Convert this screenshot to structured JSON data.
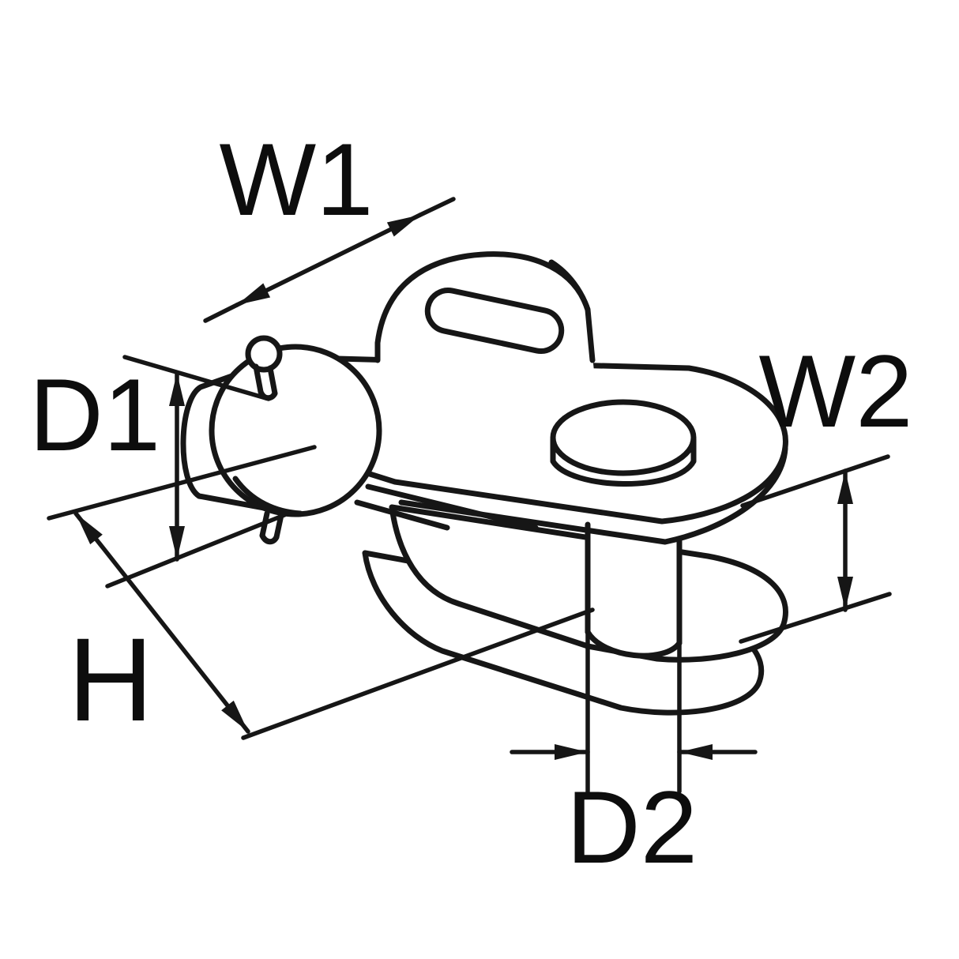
{
  "figure": {
    "description": "technical-line-drawing-of-toggle-fork-fitting",
    "labels": {
      "w1": "W1",
      "w2": "W2",
      "d1": "D1",
      "d2": "D2",
      "h": "H"
    }
  },
  "colors": {
    "line": "#161616",
    "background": "#ffffff"
  }
}
